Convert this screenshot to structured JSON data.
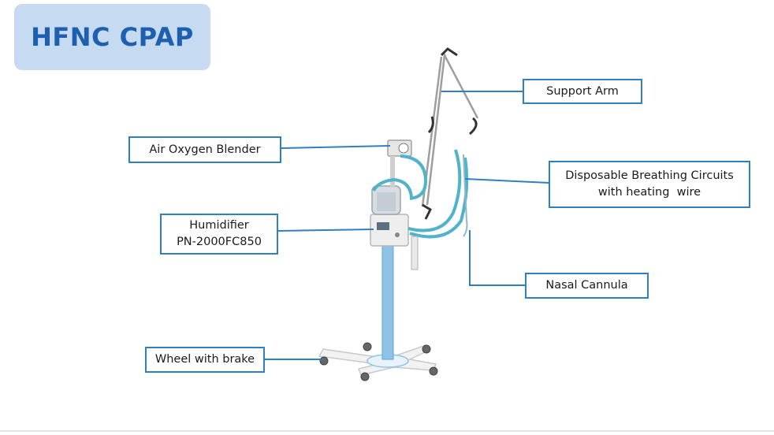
{
  "title": "HFNC CPAP",
  "labels": {
    "support_arm": "Support Arm",
    "air_oxygen_blender": "Air Oxygen Blender",
    "breathing_circuits_line1": "Disposable Breathing Circuits",
    "breathing_circuits_line2": "with heating  wire",
    "humidifier_line1": "Humidifier",
    "humidifier_line2": "PN-2000FC850",
    "nasal_cannula": "Nasal Cannula",
    "wheel_with_brake": "Wheel with brake"
  },
  "colors": {
    "title_bg": "#c6dbf1",
    "title_text": "#1f5fb0",
    "label_border": "#2f7fc1",
    "leader_line": "#2f7fc1",
    "tube": "#4fb3c9",
    "pole": "#8ec3e6"
  }
}
